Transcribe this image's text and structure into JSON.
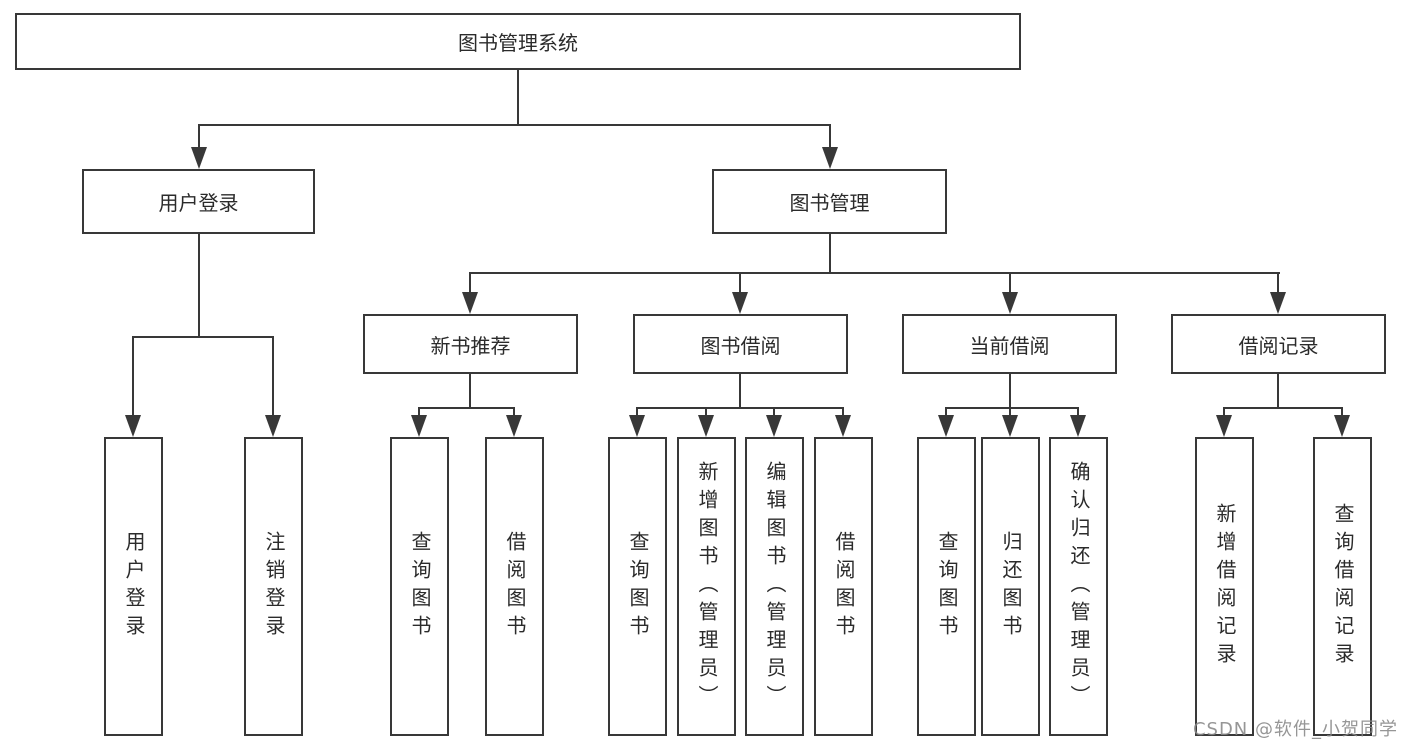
{
  "diagram": {
    "title": "图书管理系统",
    "children": [
      {
        "label": "用户登录",
        "children": [
          {
            "label": "用户登录"
          },
          {
            "label": "注销登录"
          }
        ]
      },
      {
        "label": "图书管理",
        "children": [
          {
            "label": "新书推荐",
            "children": [
              {
                "label": "查询图书"
              },
              {
                "label": "借阅图书"
              }
            ]
          },
          {
            "label": "图书借阅",
            "children": [
              {
                "label": "查询图书"
              },
              {
                "label": "新增图书（管理员）"
              },
              {
                "label": "编辑图书（管理员）"
              },
              {
                "label": "借阅图书"
              }
            ]
          },
          {
            "label": "当前借阅",
            "children": [
              {
                "label": "查询图书"
              },
              {
                "label": "归还图书"
              },
              {
                "label": "确认归还（管理员）"
              }
            ]
          },
          {
            "label": "借阅记录",
            "children": [
              {
                "label": "新增借阅记录"
              },
              {
                "label": "查询借阅记录"
              }
            ]
          }
        ]
      }
    ]
  },
  "watermark": {
    "text": "CSDN @软件_小贺同学"
  },
  "colors": {
    "line": "#383838",
    "text": "#2b2b2b",
    "background": "#ffffff",
    "watermark": "#878787"
  }
}
